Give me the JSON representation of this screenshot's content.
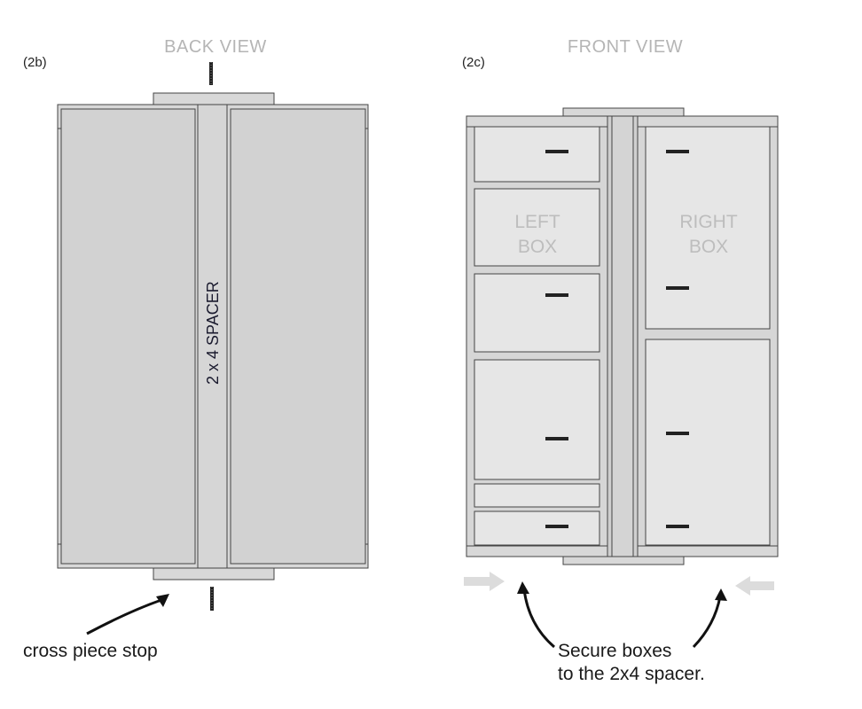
{
  "figures": {
    "back": {
      "label": "(2b)",
      "title": "BACK VIEW",
      "spacer_label": "2 x 4 SPACER"
    },
    "front": {
      "label": "(2c)",
      "title": "FRONT VIEW",
      "left_box": [
        "LEFT",
        "BOX"
      ],
      "right_box": [
        "RIGHT",
        "BOX"
      ]
    }
  },
  "annotations": {
    "cross_piece": "cross piece stop",
    "secure_line1": "Secure boxes",
    "secure_line2": "to the 2x4 spacer."
  },
  "colors": {
    "panel": "#d2d2d2",
    "shelf": "#e6e6e6",
    "outline": "#444444",
    "arrow": "#111111",
    "ghost_arrow": "#dcdcdc",
    "ghost_text": "#bdbdbd"
  }
}
